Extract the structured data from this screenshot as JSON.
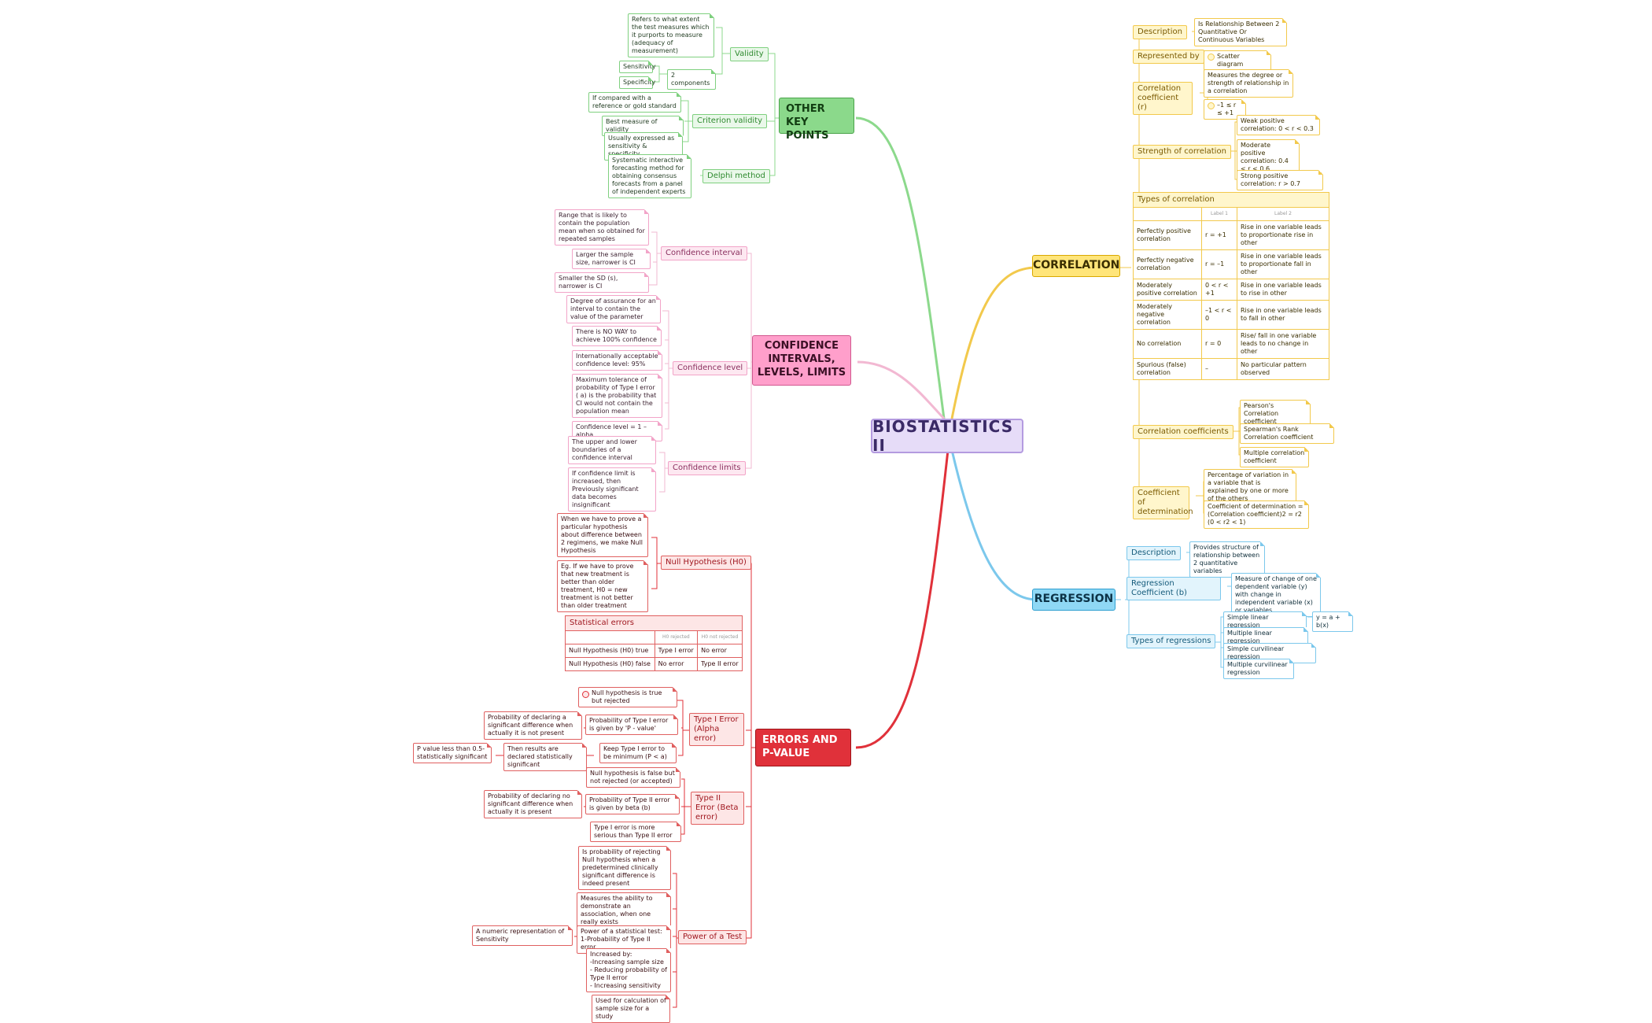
{
  "root": "BIOSTATISTICS II",
  "other": {
    "title": "OTHER KEY POINTS",
    "validity": "Validity",
    "validity_note": "Refers to what extent the test measures which it purports to measure (adequacy of measurement)",
    "components": "2 components",
    "sensitivity": "Sensitivity",
    "specificity": "Specificity",
    "criterion": "Criterion validity",
    "criterion_notes": [
      "If compared with a reference or gold standard",
      "Best measure of validity",
      "Usually expressed as sensitivity & specificity"
    ],
    "delphi": "Delphi method",
    "delphi_note": "Systematic interactive forecasting method for obtaining consensus forecasts from a panel of independent experts"
  },
  "ci": {
    "title": "CONFIDENCE INTERVALS, LEVELS, LIMITS",
    "interval": "Confidence interval",
    "interval_notes": [
      "Range that is likely to contain the population mean when so obtained for repeated samples",
      "Larger the sample size, narrower is CI",
      "Smaller the SD (s), narrower is CI"
    ],
    "level": "Confidence level",
    "level_notes": [
      "Degree of assurance for an interval to contain the value of the parameter",
      "There is NO WAY to achieve 100% confidence",
      "Internationally acceptable confidence level: 95%",
      "Maximum tolerance of probability of Type I error ( a) is the probability that CI would not contain the population mean",
      "Confidence level = 1 – alpha"
    ],
    "limits": "Confidence limits",
    "limits_notes": [
      "The upper and lower boundaries of a confidence interval",
      "If confidence limit is increased, then Previously significant data becomes insignificant"
    ]
  },
  "err": {
    "title": "ERRORS AND P-VALUE",
    "null": "Null Hypothesis (H0)",
    "null_notes": [
      "When we have to prove a particular hypothesis about difference between 2 regimens, we make Null Hypothesis",
      "Eg. If we have to prove that new treatment is better than older treatment, H0 = new treatment is not better than older treatment"
    ],
    "table_caption": "Statistical errors",
    "table_header": [
      "",
      "H0 rejected",
      "H0 not rejected"
    ],
    "table_rows": [
      [
        "Null Hypothesis (H0) true",
        "Type I error",
        "No error"
      ],
      [
        "Null Hypothesis (H0) false",
        "No error",
        "Type II error"
      ]
    ],
    "type1": "Type I Error (Alpha error)",
    "type1_notes": [
      "Null hypothesis is true but rejected",
      "Probability of Type I error is given by 'P - value'",
      "Keep Type I error to be minimum (P < a)"
    ],
    "type1_sub1": "Probability of declaring a significant difference when actually it is not present",
    "type1_sub2": "Then results are declared statistically significant",
    "type1_sub3": "P value less than 0.5-statistically significant",
    "type2": "Type II Error (Beta error)",
    "type2_notes": [
      "Null hypothesis is false but not rejected (or accepted)",
      "Probability of Type II error is given by beta (b)",
      "Type I error is more serious than Type II error"
    ],
    "type2_sub": "Probability of declaring no significant difference when actually it is present",
    "power": "Power of a Test",
    "power_notes": [
      "Is probability of rejecting Null hypothesis when a predetermined clinically significant difference is indeed present",
      "Measures the ability to demonstrate an association, when one really exists",
      "Power of a statistical test: 1-Probability of Type II error",
      "Increased by:\n-Increasing sample size\n- Reducing probability of Type II error\n- Increasing sensitivity",
      "Used for calculation of sample size for a study"
    ],
    "power_sub": "A numeric representation of Sensitivity"
  },
  "corr": {
    "title": "CORRELATION",
    "description": "Description",
    "description_note": "Is Relationship Between 2 Quantitative Or Continuous Variables",
    "represented": "Represented by",
    "represented_note": "Scatter diagram",
    "coef": "Correlation coefficient (r)",
    "coef_notes": [
      "Measures the degree or strength of relationship in a correlation",
      "–1 ≤ r ≤ +1"
    ],
    "strength": "Strength of correlation",
    "strength_notes": [
      "Weak positive correlation: 0 < r < 0.3",
      "Moderate positive correlation: 0.4 < r < 0.6",
      "Strong positive correlation: r > 0.7"
    ],
    "types_caption": "Types of correlation",
    "types_header": [
      "",
      "Label 1",
      "Label 2"
    ],
    "types_rows": [
      [
        "Perfectly positive correlation",
        "r = +1",
        "Rise in one variable leads to proportionate rise in other"
      ],
      [
        "Perfectly negative correlation",
        "r = –1",
        "Rise in one variable leads to proportionate fall in other"
      ],
      [
        "Moderately positive correlation",
        "0 < r < +1",
        "Rise in one variable leads to rise in other"
      ],
      [
        "Moderately negative correlation",
        "–1 < r < 0",
        "Rise in one variable leads to fall in other"
      ],
      [
        "No correlation",
        "r = 0",
        "Rise/ fall in one variable leads to no change in other"
      ],
      [
        "Spurious (false) correlation",
        "–",
        "No particular pattern observed"
      ]
    ],
    "coefs": "Correlation coefficients",
    "coefs_notes": [
      "Pearson's Correlation coefficient",
      "Spearman's Rank Correlation coefficient",
      "Multiple correlation coefficient"
    ],
    "determination": "Coefficient of determination",
    "determination_notes": [
      "Percentage of variation in a variable that is explained by one or more of the others",
      "Coefficient of determination = (Correlation coefficient)2 = r2 (0 < r2 < 1)"
    ]
  },
  "reg": {
    "title": "REGRESSION",
    "description": "Description",
    "description_note": "Provides structure of relationship between 2 quantitative variables",
    "coef": "Regression Coefficient (b)",
    "coef_note": "Measure of change of one dependent variable (y) with change in independent variable (x) or variables",
    "types": "Types of regressions",
    "types_notes": [
      "Simple linear regression",
      "Multiple linear regression",
      "Simple curvilinear regression",
      "Multiple curvilinear regression"
    ],
    "formula": "y = a + b(x)"
  },
  "colors": {
    "green": "#7fd07f",
    "pink": "#f2a4c8",
    "red": "#e0313a",
    "yellow": "#f2c94c",
    "blue": "#7cc8ec",
    "root": "#e6dcf8"
  }
}
